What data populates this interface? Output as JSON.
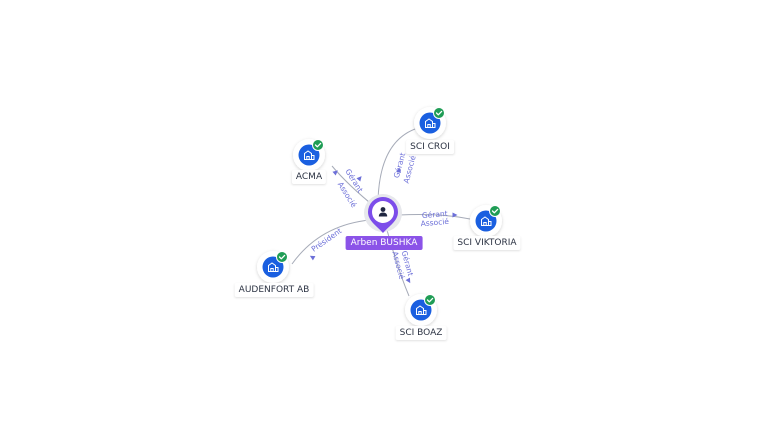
{
  "colors": {
    "person_accent": "#7c4dea",
    "company_accent": "#1a5fe0",
    "verified": "#1f9d55",
    "edge": "#a6abb8",
    "edge_label": "#6c6fd8"
  },
  "person": {
    "name": "Arben BUSHKA",
    "icon": "person-icon"
  },
  "companies": [
    {
      "id": "acma",
      "name": "ACMA",
      "icon": "building-icon",
      "verified": true
    },
    {
      "id": "sci-croi",
      "name": "SCI CROI",
      "icon": "building-icon",
      "verified": true
    },
    {
      "id": "sci-viktoria",
      "name": "SCI VIKTORIA",
      "icon": "building-icon",
      "verified": true
    },
    {
      "id": "audenfort-ab",
      "name": "AUDENFORT AB",
      "icon": "building-icon",
      "verified": true
    },
    {
      "id": "sci-boaz",
      "name": "SCI BOAZ",
      "icon": "building-icon",
      "verified": true
    }
  ],
  "edges": [
    {
      "to": "acma",
      "labels": [
        "Gérant",
        "Associé"
      ]
    },
    {
      "to": "sci-croi",
      "labels": [
        "Gérant",
        "Associé"
      ]
    },
    {
      "to": "sci-viktoria",
      "labels": [
        "Gérant",
        "Associé"
      ]
    },
    {
      "to": "audenfort-ab",
      "labels": [
        "Président"
      ]
    },
    {
      "to": "sci-boaz",
      "labels": [
        "Gérant",
        "Associé"
      ]
    }
  ]
}
